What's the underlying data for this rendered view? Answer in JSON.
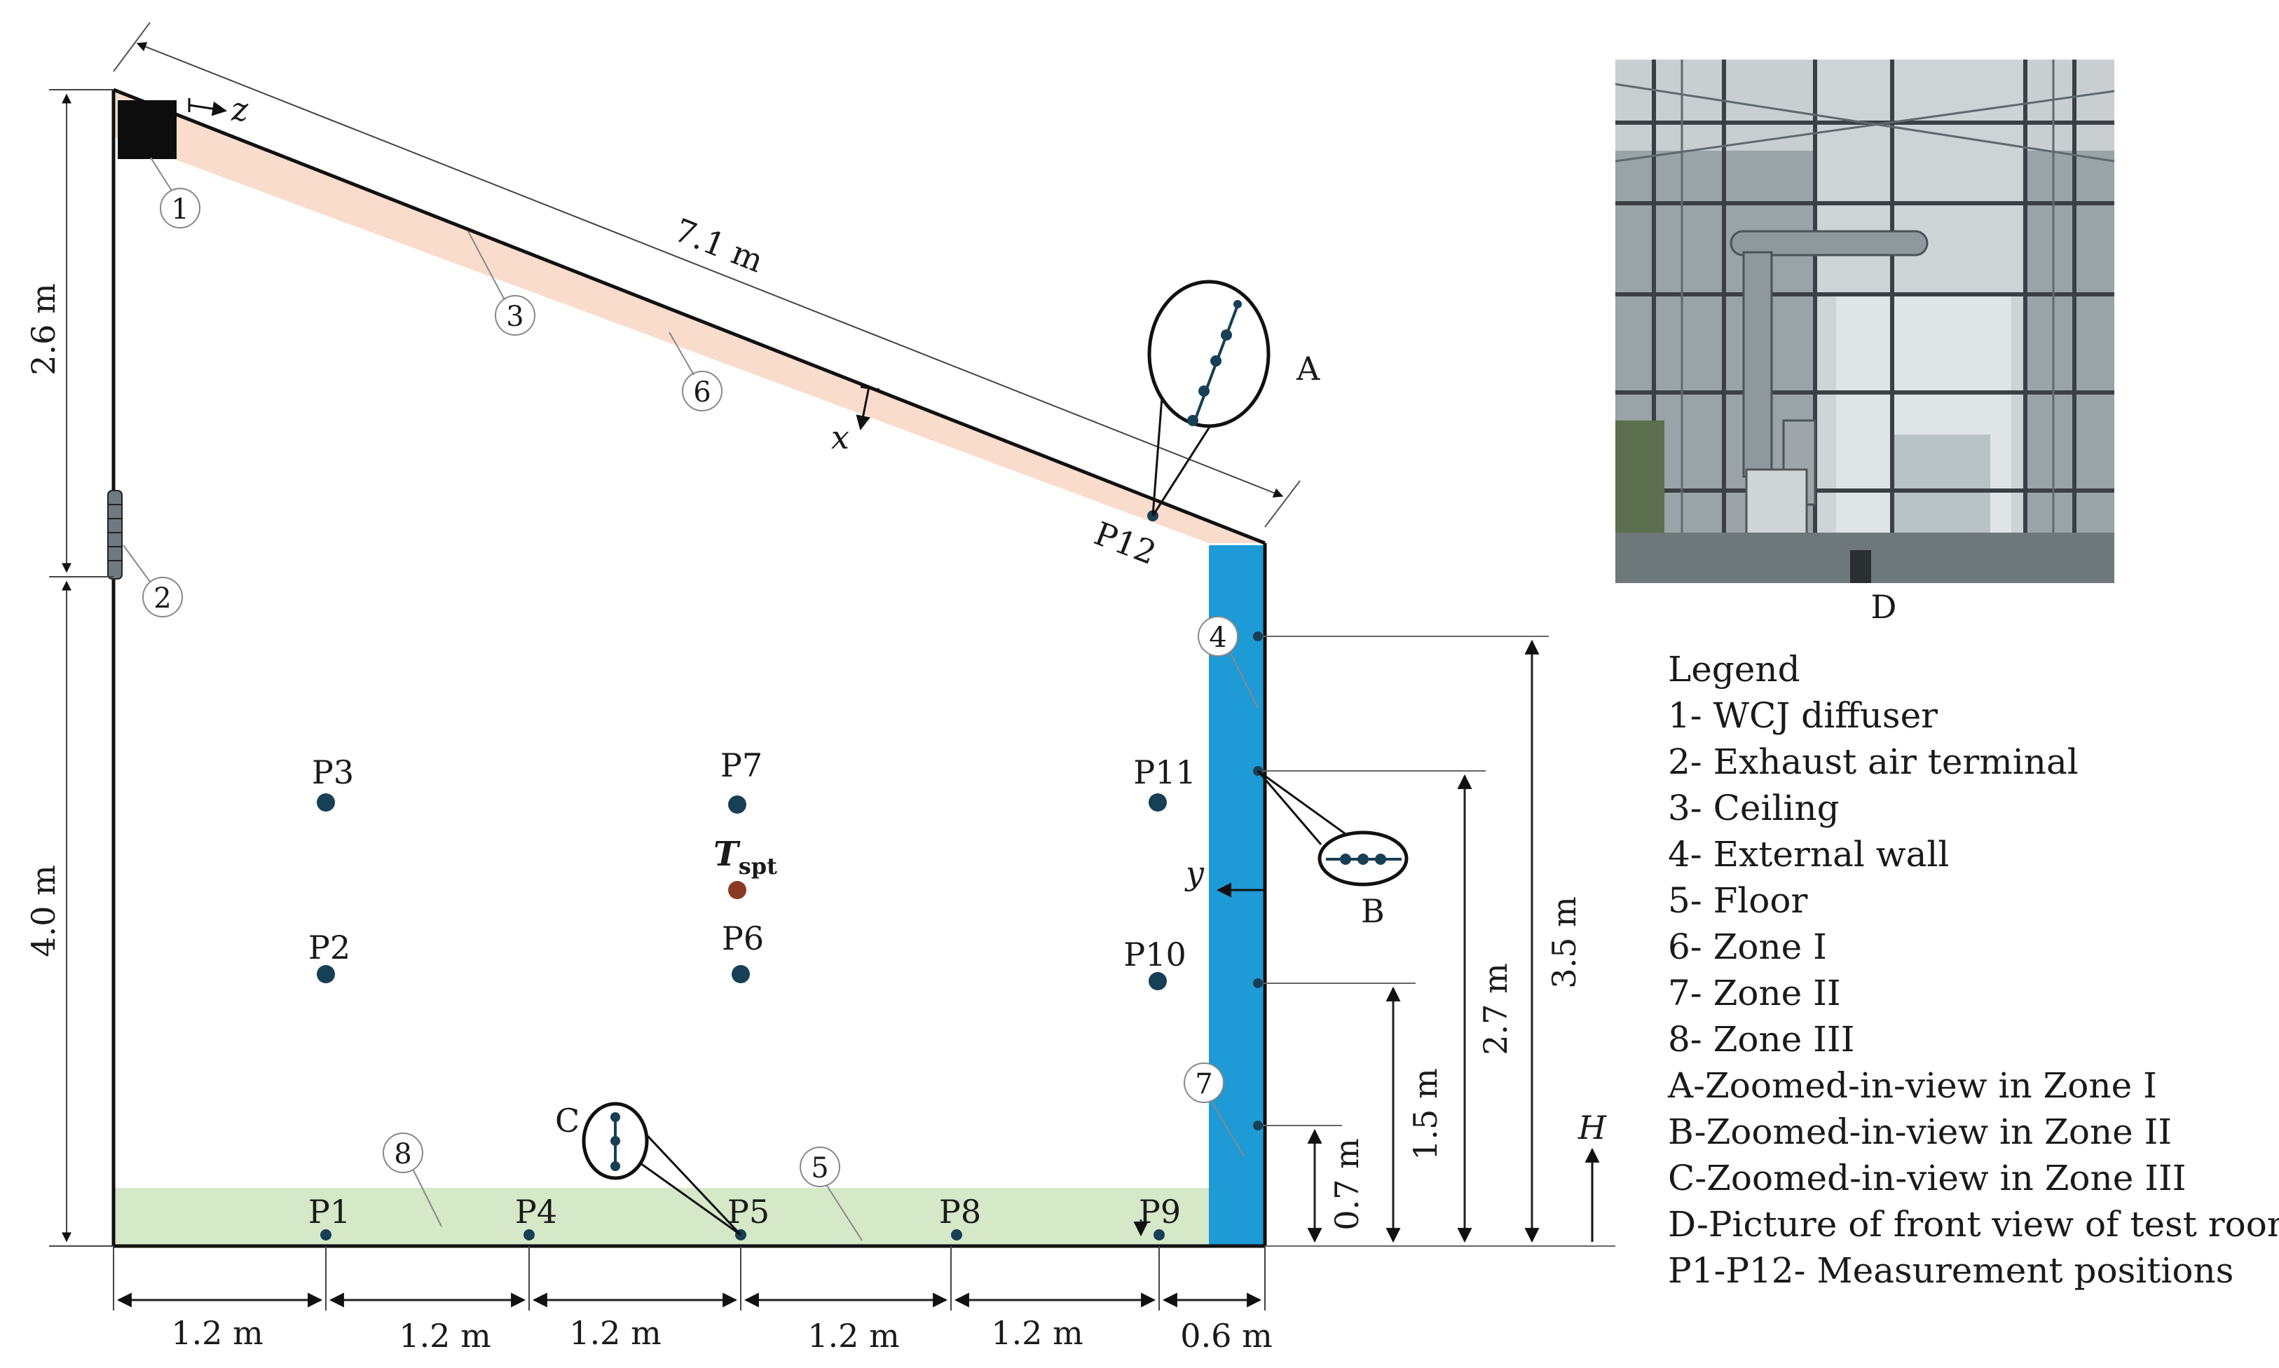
{
  "diagram": {
    "colors": {
      "ceiling_zone": "#f9dccb",
      "floor_zone": "#d5e8c8",
      "wall_zone": "#1e9ad6",
      "sensor": "#173f55",
      "setpoint_sensor": "#8a3a22",
      "outline": "#111111"
    },
    "dimensions": {
      "ceiling_length": "7.1 m",
      "left_upper": "2.6 m",
      "left_lower": "4.0 m",
      "h_3_5": "3.5 m",
      "h_2_7": "2.7 m",
      "h_1_5": "1.5 m",
      "h_0_7": "0.7 m",
      "b1": "1.2 m",
      "b2": "1.2 m",
      "b3": "1.2 m",
      "b4": "1.2  m",
      "b5": "1.2 m",
      "b6": "0.6 m"
    },
    "axes": {
      "z": "z",
      "x": "x",
      "y": "y",
      "h": "H"
    },
    "positions": {
      "p1": "P1",
      "p2": "P2",
      "p3": "P3",
      "p4": "P4",
      "p5": "P5",
      "p6": "P6",
      "p7": "P7",
      "p8": "P8",
      "p9": "P9",
      "p10": "P10",
      "p11": "P11",
      "p12": "P12",
      "tspt_main": "T",
      "tspt_sub": "spt"
    },
    "circled": [
      "1",
      "2",
      "3",
      "4",
      "5",
      "6",
      "7",
      "8"
    ],
    "zoom_labels": {
      "a": "A",
      "b": "B",
      "c": "C",
      "d": "D"
    },
    "photo_icon": "greenhouse-test-room-photo"
  },
  "legend": {
    "title": "Legend",
    "items": [
      "1- WCJ diffuser",
      "2- Exhaust air terminal",
      "3- Ceiling",
      "4- External wall",
      "5- Floor",
      "6- Zone I",
      "7- Zone II",
      "8- Zone III",
      "A-Zoomed-in-view in Zone I",
      "B-Zoomed-in-view in Zone II",
      "C-Zoomed-in-view in Zone III",
      "D-Picture of front view of test room",
      "P1-P12- Measurement positions"
    ]
  }
}
